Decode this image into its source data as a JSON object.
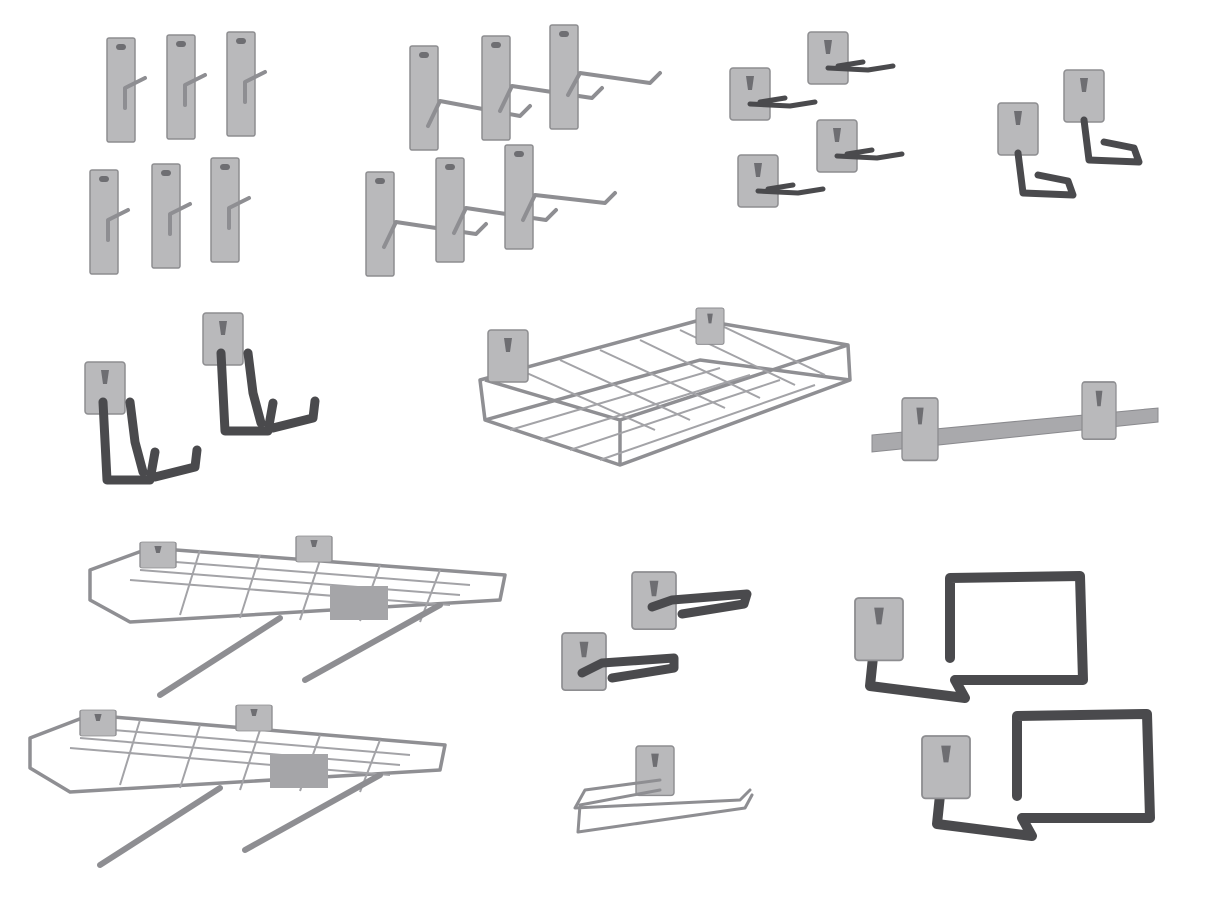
{
  "colors": {
    "background": "#ffffff",
    "metal": "#b9b9bb",
    "coated_hook": "#4a4a4d"
  },
  "items": [
    {
      "name": "short-single-hooks",
      "count": 6
    },
    {
      "name": "long-single-hooks",
      "count": 6
    },
    {
      "name": "double-prong-hooks",
      "count": 4
    },
    {
      "name": "j-hooks",
      "count": 2
    },
    {
      "name": "double-u-hooks",
      "count": 2
    },
    {
      "name": "wire-basket",
      "count": 1
    },
    {
      "name": "hanging-bar",
      "count": 1
    },
    {
      "name": "wire-shelves",
      "count": 2
    },
    {
      "name": "utility-hooks",
      "count": 2
    },
    {
      "name": "paper-towel-holder",
      "count": 1
    },
    {
      "name": "hose-hangers",
      "count": 2
    }
  ]
}
